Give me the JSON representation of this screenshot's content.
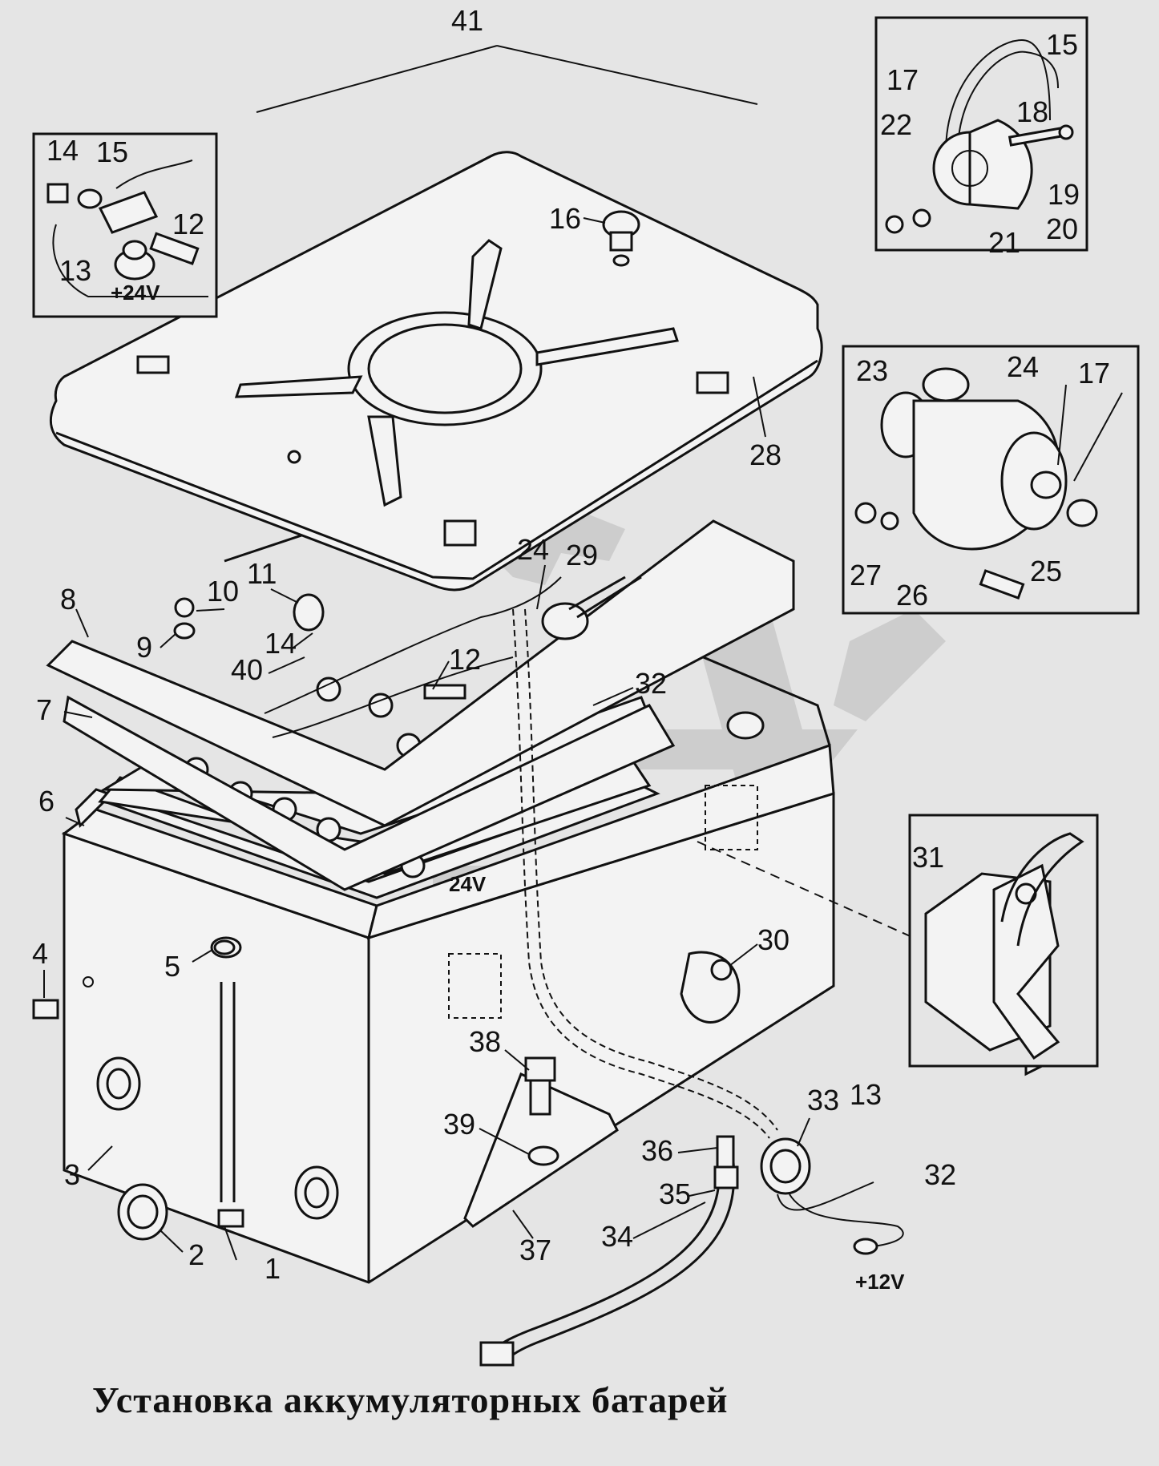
{
  "title": "Установка аккумуляторных батарей",
  "colors": {
    "background": "#e5e5e5",
    "line": "#111111",
    "part_fill": "#f3f3f3",
    "watermark": "#c9c9c9"
  },
  "parts": {
    "n1": "1",
    "n2": "2",
    "n3": "3",
    "n4": "4",
    "n5": "5",
    "n6": "6",
    "n7": "7",
    "n8": "8",
    "n9": "9",
    "n10": "10",
    "n11": "11",
    "n12": "12",
    "n13": "13",
    "n14": "14",
    "n16": "16",
    "n24": "24",
    "n28": "28",
    "n29": "29",
    "n30": "30",
    "n32": "32",
    "n33": "33",
    "n34": "34",
    "n35": "35",
    "n36": "36",
    "n37": "37",
    "n38": "38",
    "n39": "39",
    "n40": "40",
    "n41": "41"
  },
  "inset_terminal": {
    "n14": "14",
    "n15": "15",
    "n12": "12",
    "n13": "13",
    "voltage": "+24V"
  },
  "inset_switch_top": {
    "n15": "15",
    "n17": "17",
    "n18": "18",
    "n22": "22",
    "n19": "19",
    "n20": "20",
    "n21": "21"
  },
  "inset_relay": {
    "n23": "23",
    "n24": "24",
    "n17": "17",
    "n27": "27",
    "n26": "26",
    "n25": "25"
  },
  "inset_latch": {
    "n31": "31"
  },
  "voltages": {
    "battery": "24V",
    "output": "+12V"
  }
}
